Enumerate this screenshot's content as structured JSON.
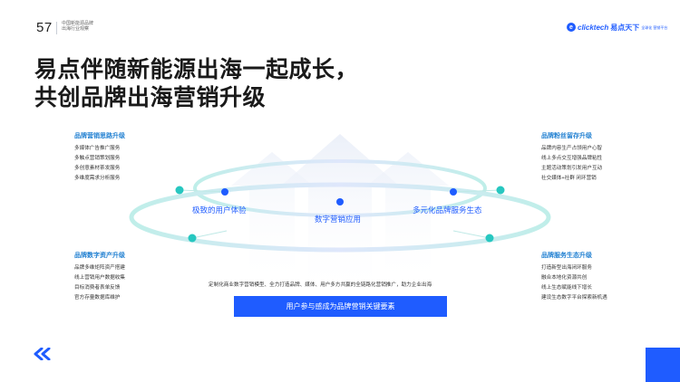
{
  "header": {
    "page_number": "57",
    "sub_line1": "中国新能源品牌",
    "sub_line2": "出海行业观察",
    "logo_letter": "e",
    "logo_text": "clicktech",
    "logo_cn": "易点天下",
    "logo_tag": "全球化 营销平台"
  },
  "title": {
    "line1": "易点伴随新能源出海一起成长，",
    "line2": "共创品牌出海营销升级"
  },
  "blocks": {
    "top_left": {
      "heading": "品牌营销思路升级",
      "items": [
        "多媒体广告推广服务",
        "多触点营销策划服务",
        "多创意素材茶发服务",
        "多维度需求分析服务"
      ]
    },
    "bottom_left": {
      "heading": "品牌数字资产升级",
      "items": [
        "品牌多维矩阵资产搭建",
        "线上营销用户数据收集",
        "目标消费者表单反馈",
        "官方存量数据库维护"
      ]
    },
    "top_right": {
      "heading": "品牌粉丝留存升级",
      "items": [
        "品牌内容生产占领用户心智",
        "线上多点交互增强品牌粘性",
        "主题活动策划引发用户互动",
        "社交媒体+社群 闭环营销"
      ]
    },
    "bottom_right": {
      "heading": "品牌服务生态升级",
      "items": [
        "打造新型出海闭环服务",
        "融合本地化资源共创",
        "线上生态赋能线下增长",
        "建设生态数字平台探索新机遇"
      ]
    }
  },
  "rings": {
    "left_label": "极致的用户体验",
    "center_label": "数字营销应用",
    "right_label": "多元化品牌服务生态"
  },
  "caption": "定制化商业数字营销模型、全力打造品牌、媒体、用户多方共赢的全链路化营销推广，助力企业出海",
  "cta": "用户参与感成为品牌营销关键要素",
  "colors": {
    "accent": "#1f5cff",
    "heading_blue": "#1f7fd1",
    "teal": "#27c7c0"
  }
}
